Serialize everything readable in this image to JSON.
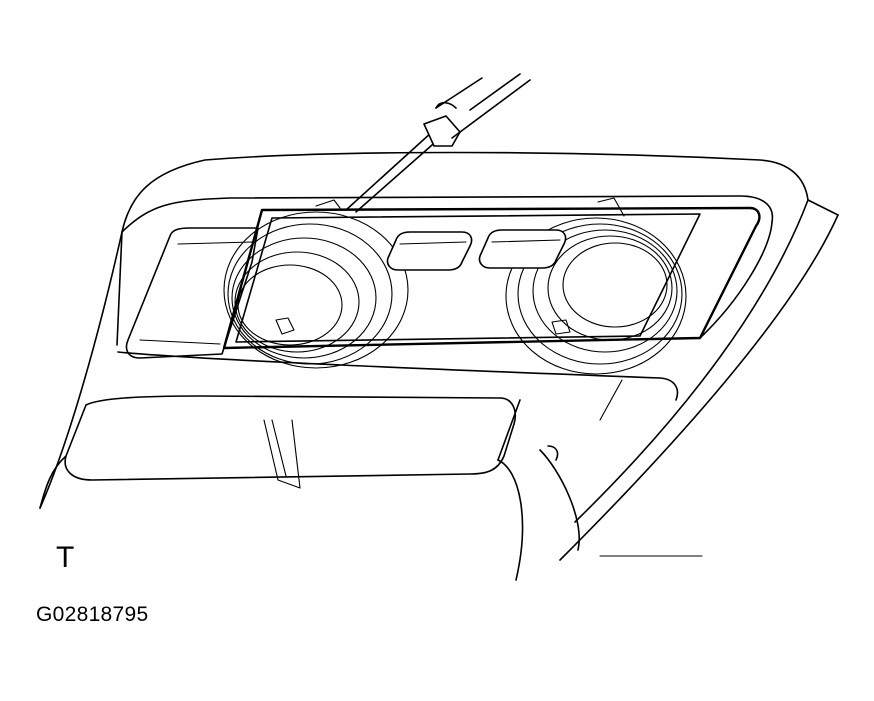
{
  "figure": {
    "view_letter": "T",
    "figure_id": "G02818795"
  },
  "parts": [
    {
      "name": "screwdriver",
      "icon": "screwdriver-icon"
    },
    {
      "name": "map-light-lens",
      "icon": "lens-icon"
    },
    {
      "name": "roof-console",
      "icon": "console-icon"
    },
    {
      "name": "sun-visor",
      "icon": "visor-icon"
    },
    {
      "name": "windshield-pillar",
      "icon": "pillar-icon"
    }
  ]
}
